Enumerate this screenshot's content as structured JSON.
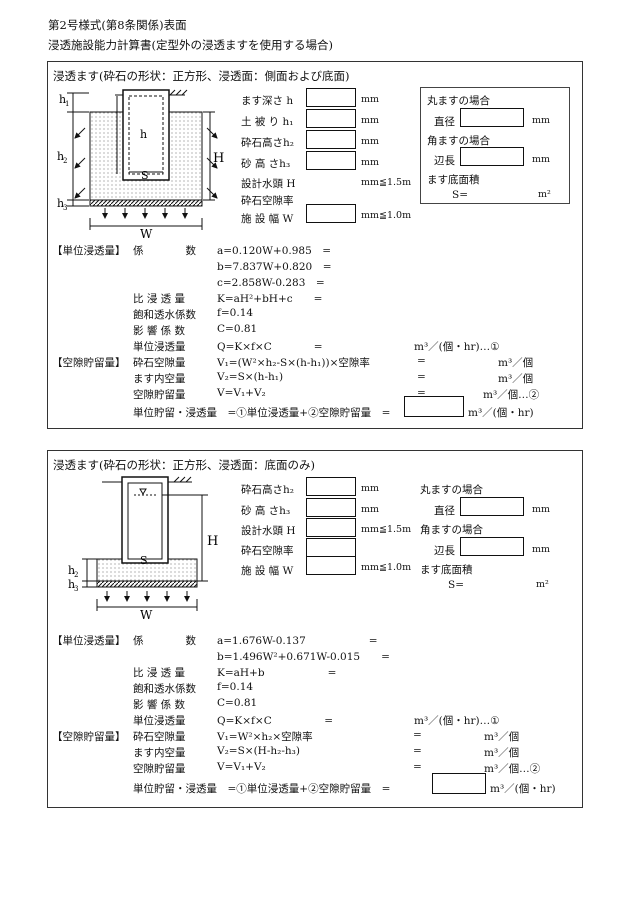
{
  "header": {
    "form_no": "第2号様式(第8条関係)表面",
    "doc_title": "浸透施設能力計算書(定型外の浸透ますを使用する場合)"
  },
  "section1": {
    "title": "浸透ます(砕石の形状：正方形、浸透面：側面および底面)",
    "diagram_labels": {
      "h1": "h1",
      "h2": "h2",
      "h3": "h3",
      "h": "h",
      "H": "H",
      "S": "S",
      "W": "W"
    },
    "fields": [
      {
        "label": "ます深さ h",
        "unit": "mm"
      },
      {
        "label": "土 被 り h₁",
        "unit": "mm"
      },
      {
        "label": "砕石高さh₂",
        "unit": "mm"
      },
      {
        "label": "砂 高 さh₃",
        "unit": "mm"
      },
      {
        "label": "設計水頭 H",
        "unit": "mm≦1.5m"
      },
      {
        "label": "砕石空隙率",
        "unit": ""
      },
      {
        "label": "施 設 幅 W",
        "unit": "mm≦1.0m"
      }
    ],
    "round_title": "丸ますの場合",
    "diameter_label": "直径",
    "diameter_unit": "mm",
    "square_title": "角ますの場合",
    "side_label": "辺長",
    "side_unit": "mm",
    "area_title": "ます底面積",
    "area_label": "S=",
    "area_unit": "m²",
    "unit_infil_label": "【単位浸透量】",
    "coef_label": "係　　　　数",
    "coef_a": "a=0.120W+0.985　=",
    "coef_b": "b=7.837W+0.820　=",
    "coef_c": "c=2.858W-0.283　=",
    "k_label": "比 浸 透 量",
    "k_formula": "K=aH²+bH+c　　=",
    "f_label": "飽和透水係数",
    "f_value": "f=0.14",
    "c_label": "影 響 係 数",
    "c_value": "C=0.81",
    "q_label": "単位浸透量",
    "q_formula": "Q=K×f×C　　　　=",
    "q_unit": "m³／(個・hr)…①",
    "storage_label": "【空隙貯留量】",
    "v1_label": "砕石空隙量",
    "v1_formula": "V₁=(W²×h₂-S×(h-h₁))×空隙率",
    "v1_eq": "=",
    "v1_unit": "m³／個",
    "v2_label": "ます内空量",
    "v2_formula": "V₂=S×(h-h₁)",
    "v2_eq": "=",
    "v2_unit": "m³／個",
    "v_label": "空隙貯留量",
    "v_formula": "V=V₁+V₂",
    "v_eq": "=",
    "v_unit": "m³／個…②",
    "total_label": "単位貯留・浸透量　=①単位浸透量+②空隙貯留量　=",
    "total_unit": "m³／(個・hr)"
  },
  "section2": {
    "title": "浸透ます(砕石の形状：正方形、浸透面：底面のみ)",
    "diagram_labels": {
      "h2": "h2",
      "h3": "h3",
      "H": "H",
      "S": "S",
      "W": "W"
    },
    "fields": [
      {
        "label": "砕石高さh₂",
        "unit": "mm"
      },
      {
        "label": "砂 高 さh₃",
        "unit": "mm"
      },
      {
        "label": "設計水頭 H",
        "unit": "mm≦1.5m"
      },
      {
        "label": "砕石空隙率",
        "unit": ""
      },
      {
        "label": "施 設 幅 W",
        "unit": "mm≦1.0m"
      }
    ],
    "round_title": "丸ますの場合",
    "diameter_label": "直径",
    "diameter_unit": "mm",
    "square_title": "角ますの場合",
    "side_label": "辺長",
    "side_unit": "mm",
    "area_title": "ます底面積",
    "area_label": "S=",
    "area_unit": "m²",
    "unit_infil_label": "【単位浸透量】",
    "coef_label": "係　　　　数",
    "coef_a": "a=1.676W-0.137　　　　　　=",
    "coef_b": "b=1.496W²+0.671W-0.015　　=",
    "k_label": "比 浸 透 量",
    "k_formula": "K=aH+b　　　　　　=",
    "f_label": "飽和透水係数",
    "f_value": "f=0.14",
    "c_label": "影 響 係 数",
    "c_value": "C=0.81",
    "q_label": "単位浸透量",
    "q_formula": "Q=K×f×C　　　　　=",
    "q_unit": "m³／(個・hr)…①",
    "storage_label": "【空隙貯留量】",
    "v1_label": "砕石空隙量",
    "v1_formula": "V₁=W²×h₂×空隙率",
    "v1_eq": "=",
    "v1_unit": "m³／個",
    "v2_label": "ます内空量",
    "v2_formula": "V₂=S×(H-h₂-h₃)",
    "v2_eq": "=",
    "v2_unit": "m³／個",
    "v_label": "空隙貯留量",
    "v_formula": "V=V₁+V₂",
    "v_eq": "=",
    "v_unit": "m³／個…②",
    "total_label": "単位貯留・浸透量　=①単位浸透量+②空隙貯留量　=",
    "total_unit": "m³／(個・hr)"
  }
}
